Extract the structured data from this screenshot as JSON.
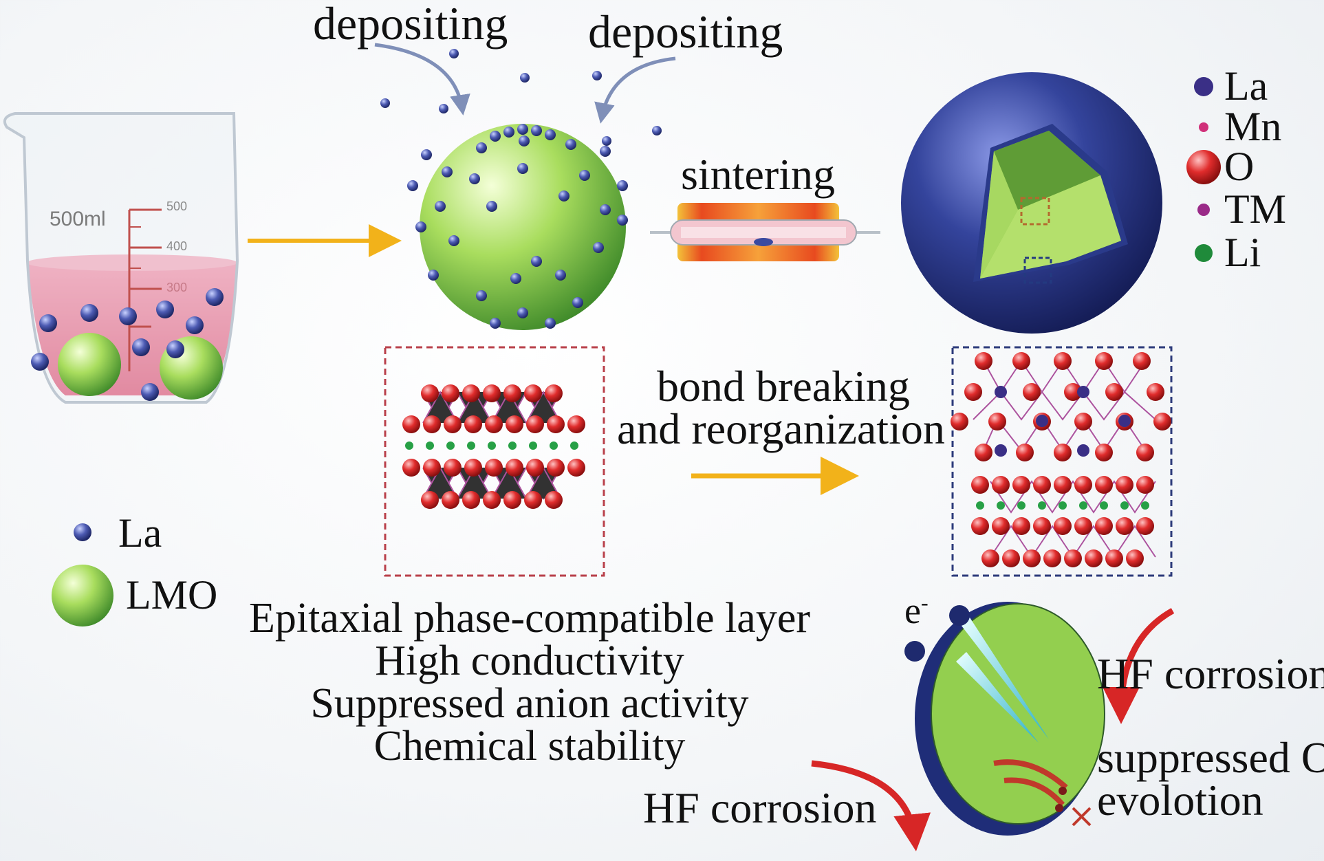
{
  "labels": {
    "depositing_left": "depositing",
    "depositing_right": "depositing",
    "sintering": "sintering",
    "bond_breaking_line1": "bond breaking",
    "bond_breaking_line2": "and reorganization",
    "beaker_volume": "500ml",
    "beaker_ticks": [
      "500",
      "400",
      "300"
    ],
    "hf_corrosion_right": "HF corrosion",
    "hf_corrosion_bottom": "HF corrosion",
    "suppressed_line1": "suppressed O",
    "suppressed_line2": "evolotion",
    "electron": "e"
  },
  "legend_left": [
    {
      "label": "La",
      "color": "#4a5aa8"
    },
    {
      "label": "LMO",
      "color": "#8fd04a"
    }
  ],
  "legend_right": [
    {
      "label": "La",
      "color": "#3a2f86"
    },
    {
      "label": "Mn",
      "color": "#d0307a"
    },
    {
      "label": "O",
      "color": "#d42a2a"
    },
    {
      "label": "TM",
      "color": "#9a2a88"
    },
    {
      "label": "Li",
      "color": "#1f8a3a"
    }
  ],
  "properties": [
    "Epitaxial phase-compatible layer",
    "High conductivity",
    "Suppressed anion activity",
    "Chemical stability"
  ],
  "colors": {
    "arrow": "#f2b21a",
    "liquid": "#e8466a",
    "shell": "#2c3a8c",
    "core": "#93cf4f",
    "box_red": "#b9404a",
    "box_blue": "#2c3a7a",
    "curve_arrow": "#d72626"
  }
}
